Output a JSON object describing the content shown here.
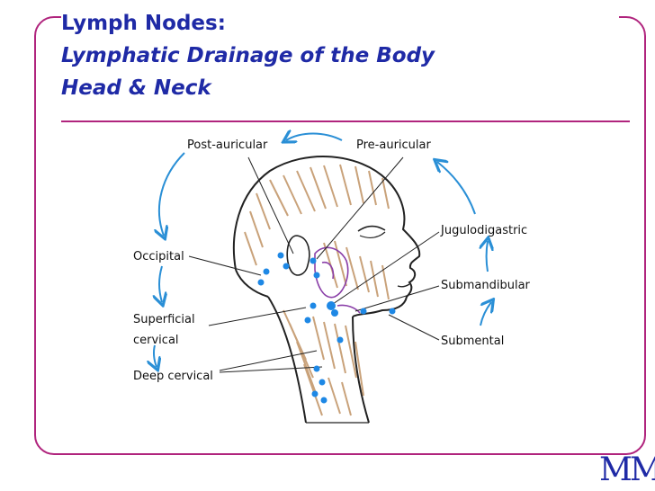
{
  "title": {
    "line1": "Lymph Nodes:",
    "line2": "Lymphatic Drainage of the Body",
    "line3": "Head & Neck"
  },
  "labels": {
    "post_auricular": "Post-auricular",
    "pre_auricular": "Pre-auricular",
    "occipital": "Occipital",
    "superficial_cervical_1": "Superficial",
    "superficial_cervical_2": "cervical",
    "deep_cervical": "Deep cervical",
    "jugulodigastric": "Jugulodigastric",
    "submandibular": "Submandibular",
    "submental": "Submental"
  },
  "logo": {
    "text": "MM"
  },
  "colors": {
    "title": "#1f2aa6",
    "frame": "#b0247d",
    "arrow": "#2a8fd6",
    "node": "#1e88e5",
    "muscle": "#c9a27a",
    "gland": "#8a3fa8"
  }
}
